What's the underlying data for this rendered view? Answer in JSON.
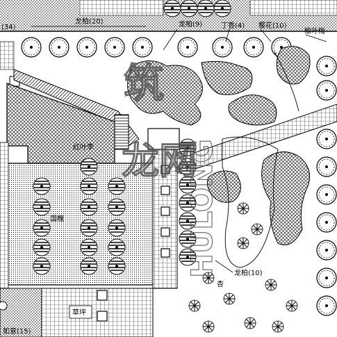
{
  "labels": {
    "top_left_count": "(34)",
    "longbai_top": "龙柏(20)",
    "longbai_mid": "龙柏(9)",
    "dingxiang": "丁香(4)",
    "yinghua": "樱花(10)",
    "yuyemei": "榆叶梅",
    "longbai_low": "龙柏(10)",
    "xing": "杏",
    "caoping": "草坪",
    "bottom_left": "如意(15)",
    "center_small": "红叶李",
    "left_mid": "国槐"
  },
  "watermark": {
    "text_a": "筑",
    "text_b": "龙网",
    "text_c": "HULONG"
  },
  "colors": {
    "ink": "#000000",
    "paper": "#ffffff"
  }
}
